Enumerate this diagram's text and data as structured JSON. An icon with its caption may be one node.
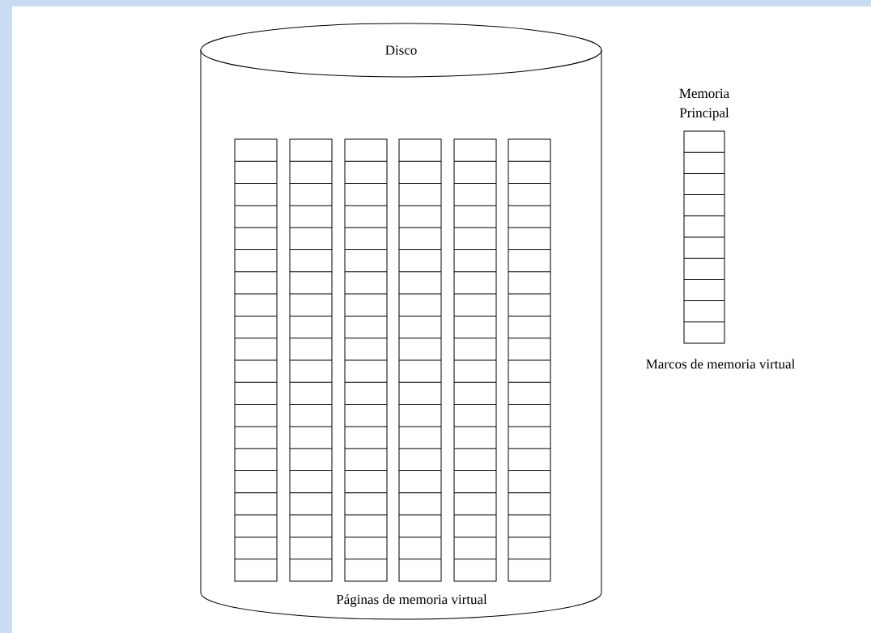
{
  "diagram": {
    "nodes": [
      {
        "text": [
          "Disco",
          "Páginas de memoria virtual"
        ]
      },
      {
        "text": [],
        "shape": "box",
        "in": 0
      },
      {
        "text": [],
        "shape": "box",
        "in": 0
      },
      {
        "text": [],
        "shape": "box",
        "in": 0
      },
      {
        "text": [],
        "shape": "box",
        "in": 0
      },
      {
        "text": [],
        "shape": "box",
        "in": 0
      },
      {
        "text": [],
        "shape": "box",
        "in": 0
      },
      {
        "text": [
          "Memoria Principal"
        ],
        "beside": [
          "Marcos de memoria virtual"
        ]
      }
    ],
    "edges": []
  }
}
